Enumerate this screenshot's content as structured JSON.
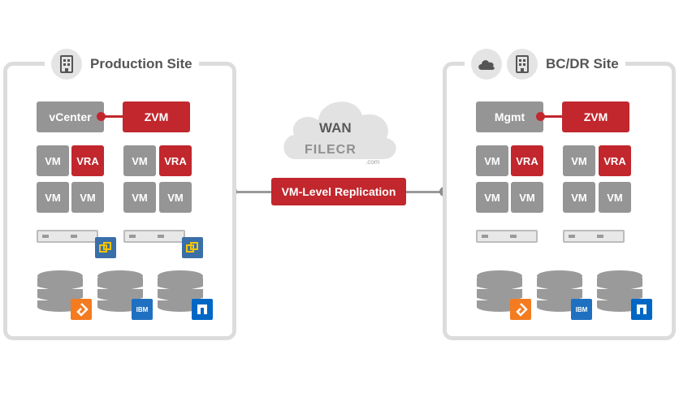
{
  "production": {
    "title": "Production Site",
    "vcenter": "vCenter",
    "zvm": "ZVM",
    "vm": "VM",
    "vra": "VRA",
    "ibm": "IBM"
  },
  "bcdr": {
    "title": "BC/DR Site",
    "mgmt": "Mgmt",
    "zvm": "ZVM",
    "vm": "VM",
    "vra": "VRA",
    "ibm": "IBM"
  },
  "wan": {
    "label": "WAN",
    "watermark": "FILECR",
    "watermark_sub": ".com"
  },
  "replication": {
    "label": "VM-Level Replication"
  },
  "colors": {
    "accent_red": "#c1272d",
    "box_grey": "#959595",
    "frame_grey": "#dcdcdc",
    "vmware_yellow": "#f5c400",
    "vmware_blue": "#3a6fa8",
    "pure_orange": "#f47b20",
    "ibm_blue": "#1f70c1",
    "netapp_blue": "#0067c5"
  }
}
